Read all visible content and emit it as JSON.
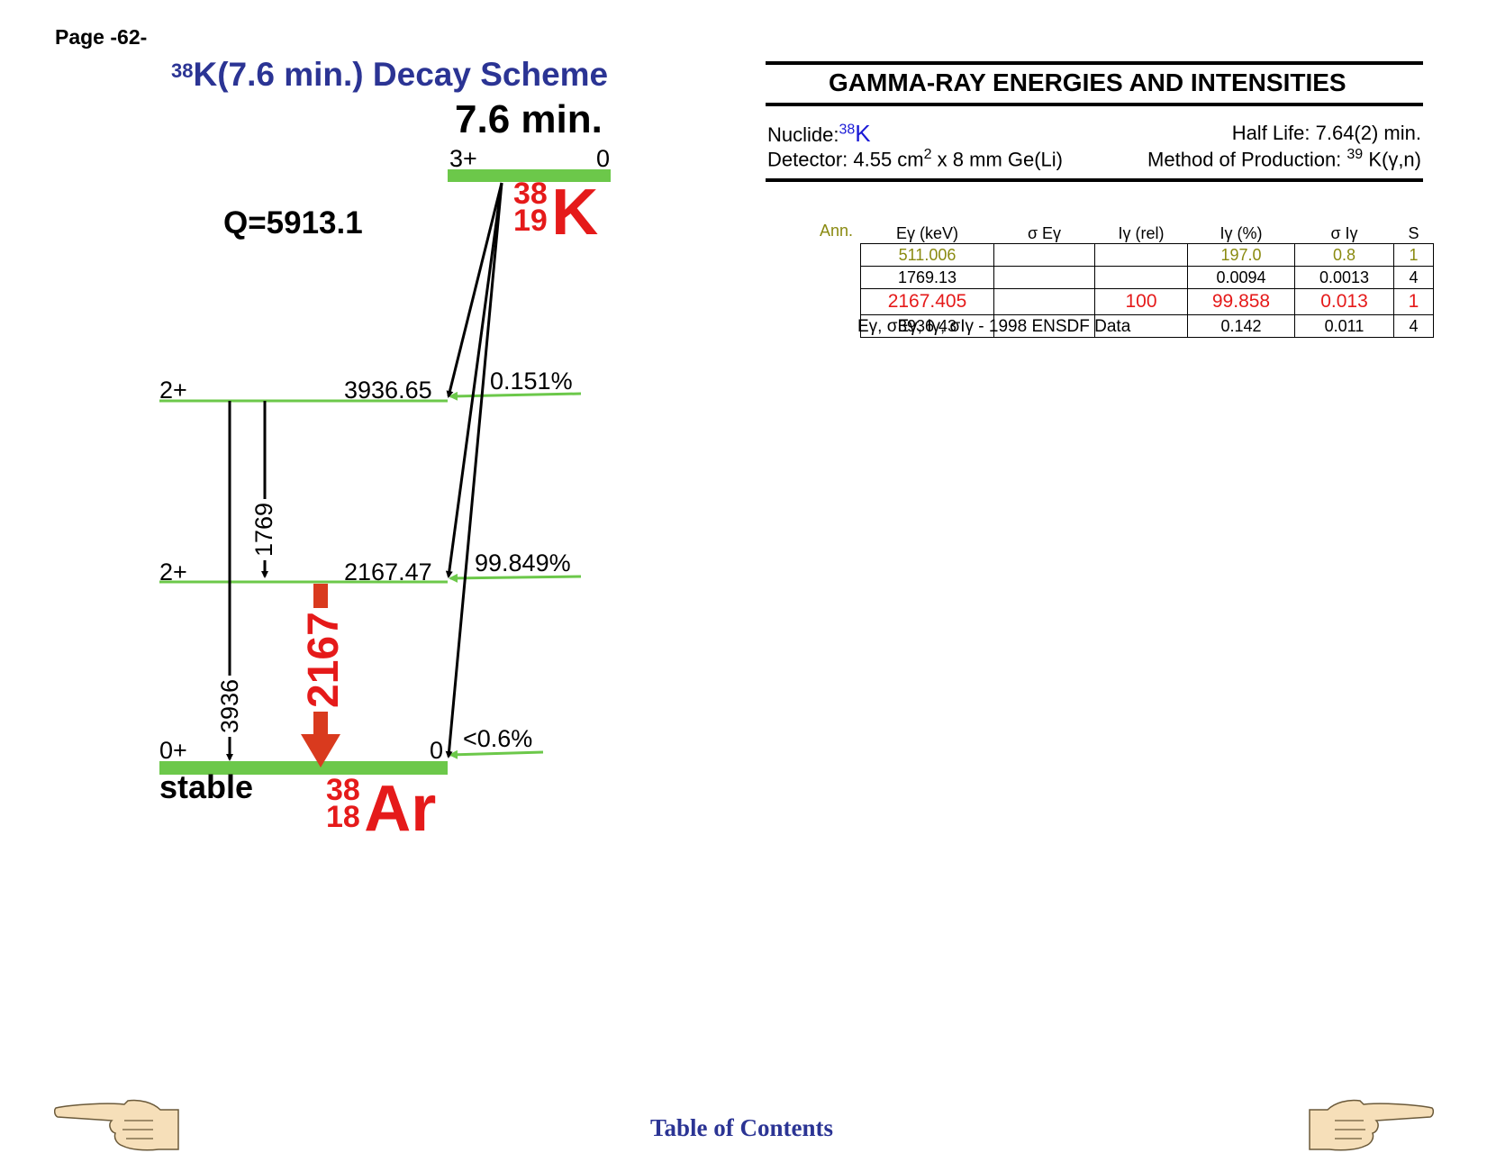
{
  "page_label": "Page -62-",
  "scheme": {
    "title_sup": "38",
    "title_rest": "K(7.6 min.) Decay Scheme",
    "parent_halflife": "7.6 min.",
    "q_value": "Q=5913.1",
    "parent_level": {
      "spin": "3+",
      "energy": "0"
    },
    "parent_nuclide": {
      "mass": "38",
      "z": "19",
      "symbol": "K"
    },
    "levels": [
      {
        "spin": "2+",
        "energy": "3936.65",
        "branch": "0.151%"
      },
      {
        "spin": "2+",
        "energy": "2167.47",
        "branch": "99.849%"
      },
      {
        "spin": "0+",
        "energy": "0",
        "branch": "<0.6%"
      }
    ],
    "gammas": {
      "g1769": "1769",
      "g3936": "3936",
      "g2167": "2167"
    },
    "daughter_status": "stable",
    "daughter_nuclide": {
      "mass": "38",
      "z": "18",
      "symbol": "Ar"
    }
  },
  "gamma_table": {
    "heading": "GAMMA-RAY ENERGIES AND INTENSITIES",
    "nuclide_label": "Nuclide:",
    "nuclide_mass": "38",
    "nuclide_symbol": "K",
    "half_life": "Half Life: 7.64(2) min.",
    "detector_pre": "Detector: 4.55 cm",
    "detector_sup": "2",
    "detector_post": " x 8 mm Ge(Li)",
    "production_pre": "Method of Production: ",
    "production_sup": "39",
    "production_post": " K(γ,n)",
    "columns": [
      "Eγ (keV)",
      "σ Eγ",
      "Iγ (rel)",
      "Iγ (%)",
      "σ Iγ",
      "S"
    ],
    "ann_label": "Ann.",
    "rows": [
      {
        "e": "511.006",
        "se": "",
        "irel": "",
        "ipct": "197.0",
        "si": "0.8",
        "s": "1",
        "style": "olive"
      },
      {
        "e": "1769.13",
        "se": "",
        "irel": "",
        "ipct": "0.0094",
        "si": "0.0013",
        "s": "4",
        "style": "black"
      },
      {
        "e": "2167.405",
        "se": "",
        "irel": "100",
        "ipct": "99.858",
        "si": "0.013",
        "s": "1",
        "style": "red"
      },
      {
        "e": "3936.43",
        "se": "",
        "irel": "",
        "ipct": "0.142",
        "si": "0.011",
        "s": "4",
        "style": "black"
      }
    ],
    "footnote": "Eγ, σEγ, Iγ, σIγ -  1998 ENSDF Data"
  },
  "nav": {
    "toc_label": "Table of Contents",
    "prev_icon": "pointing-hand-left-icon",
    "next_icon": "pointing-hand-right-icon"
  },
  "colors": {
    "level": "#6cc84a",
    "title": "#2b3494",
    "highlight": "#e51a1a",
    "olive": "#8a8a10"
  }
}
